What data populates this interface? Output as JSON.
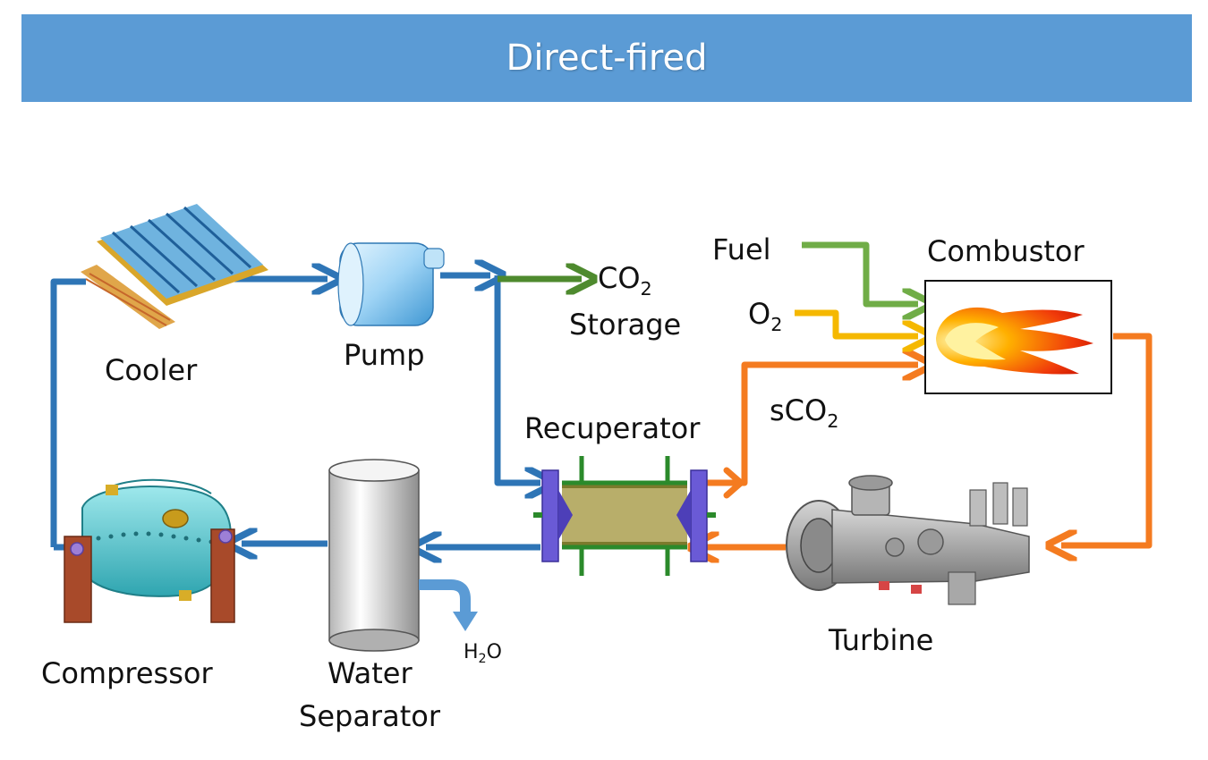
{
  "title": "Direct-fired",
  "components": {
    "cooler": "Cooler",
    "pump": "Pump",
    "co2_storage": {
      "base": "CO",
      "subscript": "2",
      "line2": "Storage"
    },
    "fuel": "Fuel",
    "oxygen": {
      "base": "O",
      "subscript": "2"
    },
    "combustor": "Combustor",
    "recuperator": "Recuperator",
    "sco2": {
      "base": "sCO",
      "subscript": "2"
    },
    "turbine": "Turbine",
    "compressor": "Compressor",
    "water_separator": {
      "line1": "Water",
      "line2": "Separator"
    },
    "water": {
      "base": "H",
      "subscript": "2",
      "suffix": "O"
    }
  },
  "colors": {
    "banner": "#5b9bd5",
    "cold_stream": "#2e75b6",
    "hot_stream": "#f47b20",
    "fuel_stream": "#70ad47",
    "oxygen_stream": "#f5b800",
    "co2_storage_stream": "#4e8a2e",
    "water_stream": "#5b9bd5"
  }
}
